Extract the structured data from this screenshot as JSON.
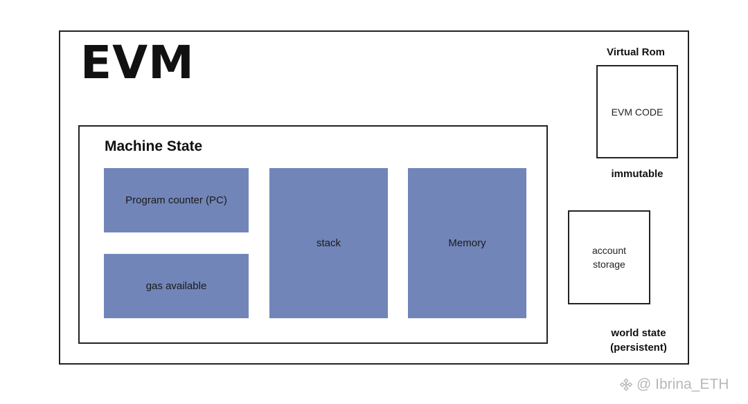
{
  "diagram": {
    "title": "EVM",
    "machine_state": {
      "title": "Machine State",
      "blocks": {
        "program_counter": "Program counter (PC)",
        "gas_available": "gas available",
        "stack": "stack",
        "memory": "Memory"
      },
      "block_color": "#7185b8"
    },
    "virtual_rom": {
      "label": "Virtual Rom",
      "box_text": "EVM CODE",
      "note": "immutable"
    },
    "world_state": {
      "box_line1": "account",
      "box_line2": "storage",
      "label_line1": "world state",
      "label_line2": "(persistent)"
    }
  },
  "watermark": {
    "icon": "binance-logo-icon",
    "text": "@ Ibrina_ETH"
  }
}
